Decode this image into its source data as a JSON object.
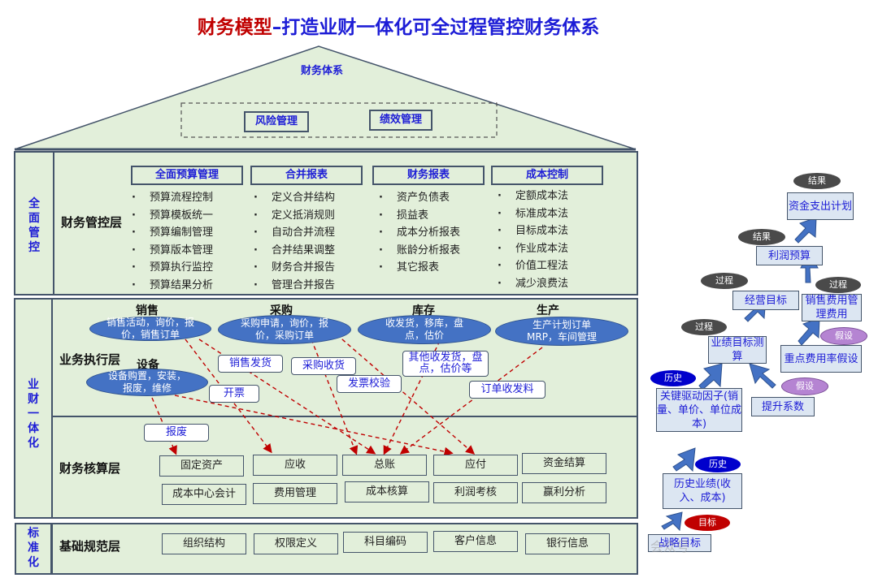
{
  "title": {
    "part1": "财务模型",
    "part2": "–打造业财一体化可全过程管控财务体系"
  },
  "roof": {
    "label": "财务体系",
    "boxes": [
      "风险管理",
      "绩效管理"
    ]
  },
  "sections": {
    "management": {
      "side_label": "全面管控",
      "layer_label": "财务管控层",
      "columns": [
        {
          "header": "全面预算管理",
          "items": [
            "预算流程控制",
            "预算模板统一",
            "预算编制管理",
            "预算版本管理",
            "预算执行监控",
            "预算结果分析"
          ]
        },
        {
          "header": "合并报表",
          "items": [
            "定义合并结构",
            "定义抵消规则",
            "自动合并流程",
            "合并结果调整",
            "财务合并报告",
            "管理合并报告"
          ]
        },
        {
          "header": "财务报表",
          "items": [
            "资产负债表",
            "损益表",
            "成本分析报表",
            "账龄分析报表",
            "其它报表"
          ]
        },
        {
          "header": "成本控制",
          "items": [
            "定额成本法",
            "标准成本法",
            "目标成本法",
            "作业成本法",
            "价值工程法",
            "减少浪费法"
          ]
        }
      ]
    },
    "integration": {
      "side_label": "业财一体化",
      "execution_layer": {
        "label": "业务执行层",
        "modules": [
          {
            "title": "销售",
            "content": "销售活动，询价，报价，销售订单"
          },
          {
            "title": "采购",
            "content": "采购申请，询价，报价，采购订单"
          },
          {
            "title": "库存",
            "content": "收发货，移库，盘点，估价"
          },
          {
            "title": "生产",
            "content": "生产计划订单 MRP，车间管理"
          },
          {
            "title": "设备",
            "content": "设备购置，安装，报废，维修"
          }
        ],
        "flows": [
          "销售发货",
          "采购收货",
          "发票校验",
          "其他收发货，盘点，估价等",
          "订单收发料",
          "开票",
          "报废"
        ]
      },
      "accounting_layer": {
        "label": "财务核算层",
        "row1": [
          "固定资产",
          "应收",
          "总账",
          "应付",
          "资金结算"
        ],
        "row2": [
          "成本中心会计",
          "费用管理",
          "成本核算",
          "利润考核",
          "赢利分析"
        ]
      }
    },
    "standardization": {
      "side_label": "标准化",
      "layer_label": "基础规范层",
      "items": [
        "组织结构",
        "权限定义",
        "科目编码",
        "客户信息",
        "银行信息"
      ]
    }
  },
  "right_flow": {
    "boxes": {
      "strategy": "战略目标",
      "history_perf": "历史业绩(收入、成本)",
      "key_drivers": "关键驱动因子(销量、单价、单位成本)",
      "perf_target": "业绩目标测算",
      "uplift": "提升系数",
      "biz_target": "经营目标",
      "key_expense": "重点费用率假设",
      "sales_expense": "销售费用管理费用",
      "profit_budget": "利润预算",
      "cash_plan": "资金支出计划"
    },
    "tags": {
      "target": "目标",
      "history1": "历史",
      "history2": "历史",
      "process1": "过程",
      "process2": "过程",
      "process3": "过程",
      "assume1": "假设",
      "assume2": "假设",
      "result1": "结果",
      "result2": "结果"
    },
    "colors": {
      "tag_dark": "#4a4a4a",
      "tag_blue": "#0000cc",
      "tag_purple": "#b584d2",
      "tag_red": "#c00000",
      "arrow": "#4472c4"
    }
  },
  "watermark": "会众号"
}
